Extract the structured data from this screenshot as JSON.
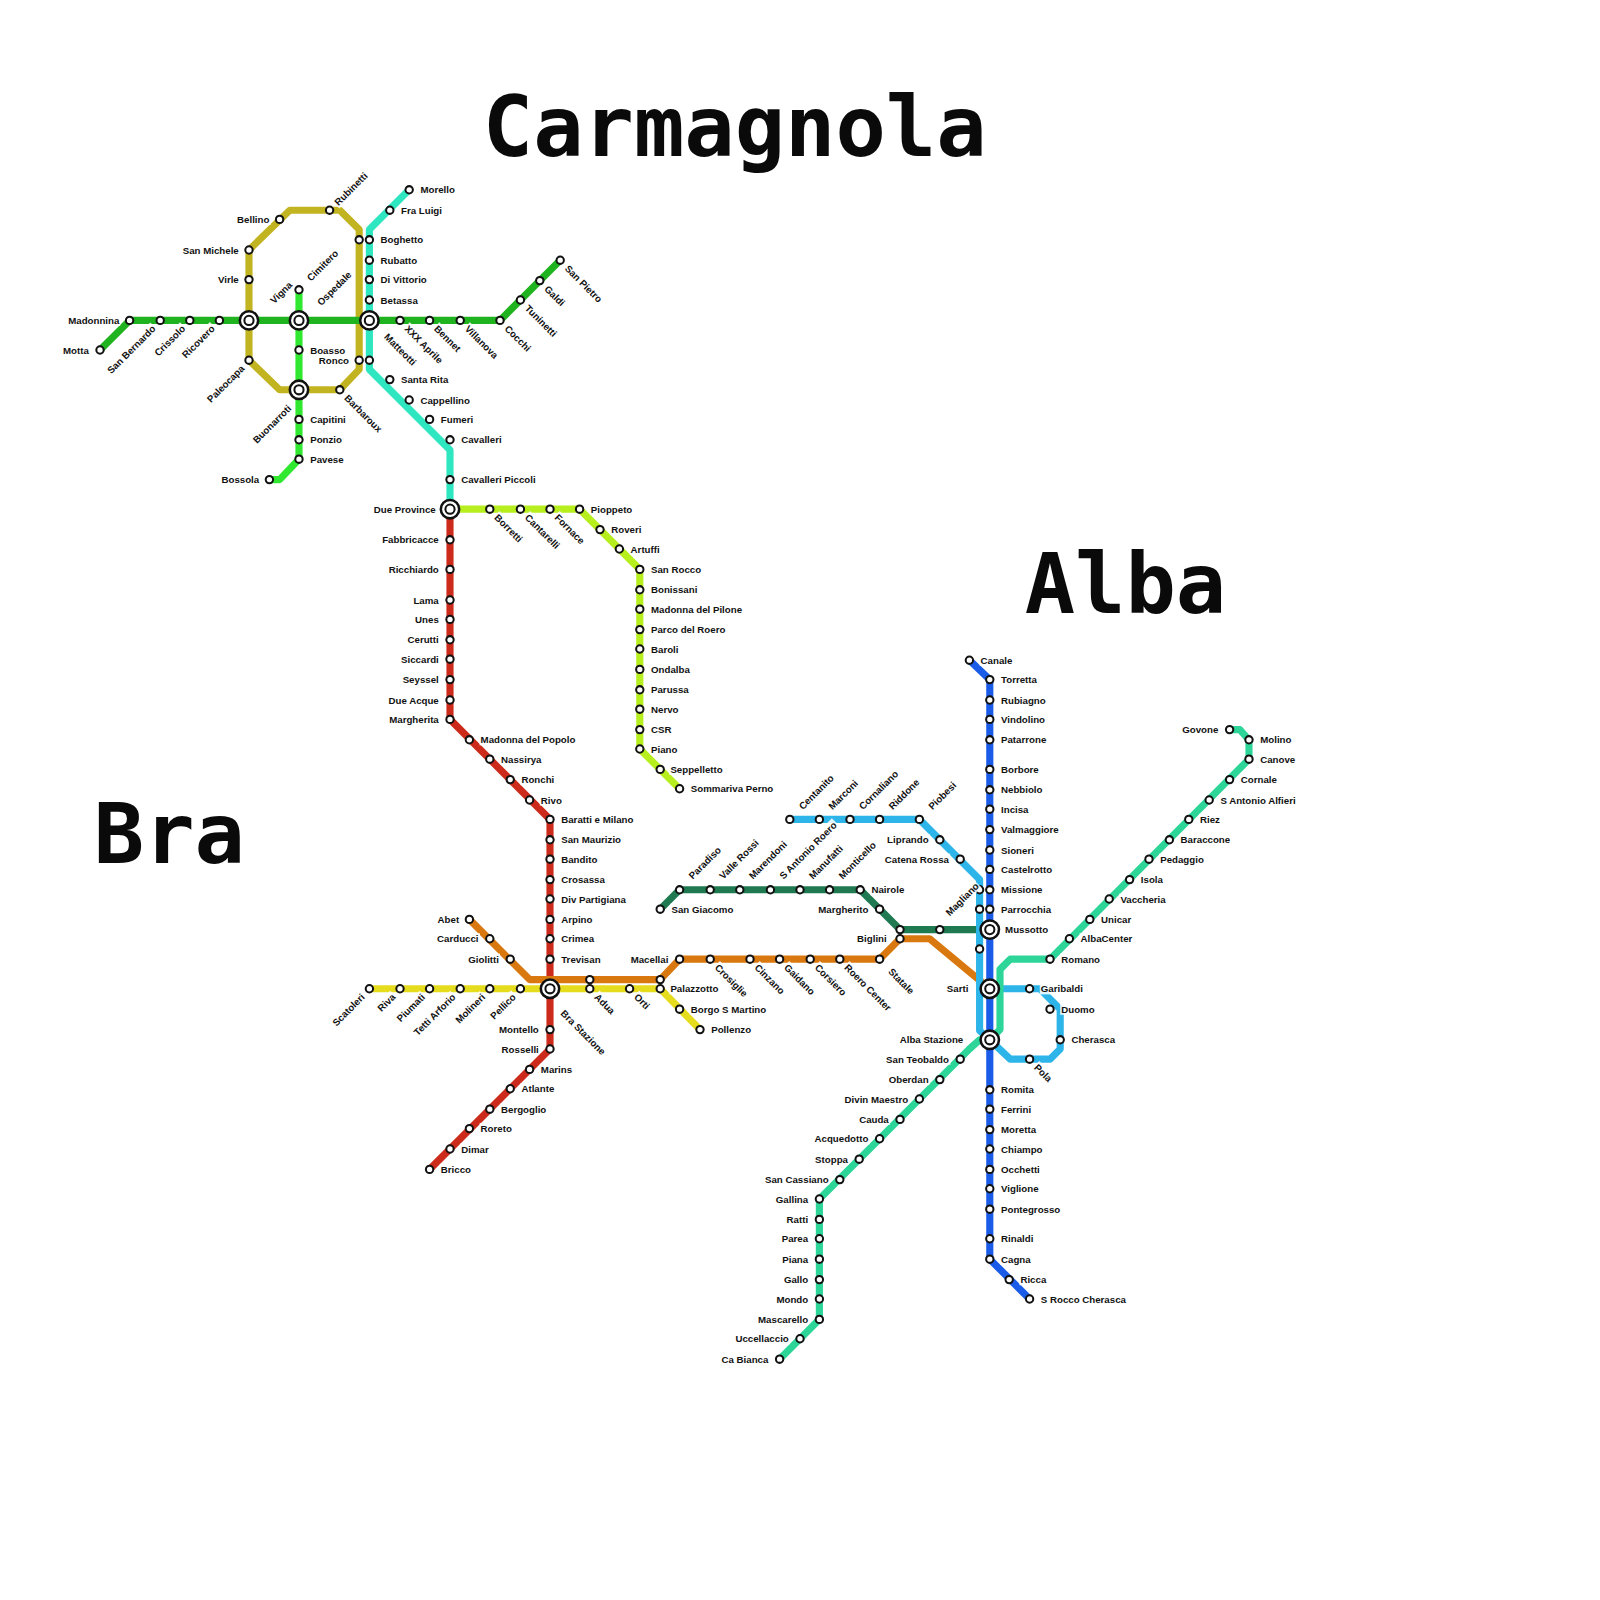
{
  "diagram": {
    "labels": [
      "Carmagnola",
      "Alba",
      "Bra",
      "Motta",
      "Madonnina",
      "San Bernardo",
      "Crissolo",
      "Ricovero",
      "XXX Aprile",
      "Bennet",
      "Villanova",
      "Cocchi",
      "Tuninetti",
      "Galdi",
      "San Pietro",
      "Rubinetti",
      "Bellino",
      "San Michele",
      "Virle",
      "Paleocapa",
      "Barbaroux",
      "Ronco",
      "Vigna",
      "Cimitero",
      "Boasso",
      "Buonarroti",
      "Capitini",
      "Ponzio",
      "Pavese",
      "Bossola",
      "Ospedale",
      "Morello",
      "Fra Luigi",
      "Boghetto",
      "Rubatto",
      "Di Vittorio",
      "Betassa",
      "Matteotti",
      "Santa Rita",
      "Cappellino",
      "Fumeri",
      "Cavalleri",
      "Cavalleri Piccoli",
      "Due Province",
      "Borretti",
      "Cantarelli",
      "Fornace",
      "Pioppeto",
      "Roveri",
      "Artuffi",
      "San Rocco",
      "Bonissani",
      "Madonna del Pilone",
      "Parco del Roero",
      "Baroli",
      "Ondalba",
      "Parussa",
      "Nervo",
      "CSR",
      "Piano",
      "Seppelletto",
      "Sommariva Perno",
      "Fabbricacce",
      "Ricchiardo",
      "Lama",
      "Unes",
      "Cerutti",
      "Siccardi",
      "Seyssel",
      "Due Acque",
      "Margherita",
      "Madonna del Popolo",
      "Nassirya",
      "Ronchi",
      "Rivo",
      "Baratti e Milano",
      "San Maurizio",
      "Bandito",
      "Crosassa",
      "Div Partigiana",
      "Arpino",
      "Crimea",
      "Trevisan",
      "Montello",
      "Rosselli",
      "Marins",
      "Atlante",
      "Bergoglio",
      "Roreto",
      "Dimar",
      "Bricco",
      "Bra Stazione",
      "Abet",
      "Carducci",
      "Giolitti",
      "Macellai",
      "Crosiglie",
      "Cinzano",
      "Gaidano",
      "Corsiero",
      "Roero Center",
      "Statale",
      "Biglini",
      "Scatoleri",
      "Riva",
      "Piumati",
      "Tetti Arforio",
      "Molineri",
      "Pellico",
      "Adua",
      "Orti",
      "Palazzotto",
      "Borgo S Martino",
      "Pollenzo",
      "San Giacomo",
      "Paradiso",
      "Valle Rossi",
      "Marendoni",
      "S Antonio Roero",
      "Manufatti",
      "Monticello",
      "Nairole",
      "Margherito",
      "Magliano",
      "Centanito",
      "Marconi",
      "Cornaliano",
      "Riddone",
      "Piobesi",
      "Liprando",
      "Catena Rossa",
      "Garibaldi",
      "Duomo",
      "Cherasca",
      "Pola",
      "Canale",
      "Torretta",
      "Rubiagno",
      "Vindolino",
      "Patarrone",
      "Borbore",
      "Nebbiolo",
      "Incisa",
      "Valmaggiore",
      "Sioneri",
      "Castelrotto",
      "Missione",
      "Parrocchia",
      "Mussotto",
      "Sarti",
      "Alba Stazione",
      "Romita",
      "Ferrini",
      "Moretta",
      "Chiampo",
      "Occhetti",
      "Viglione",
      "Pontegrosso",
      "Rinaldi",
      "Cagna",
      "Ricca",
      "S Rocco Cherasca",
      "Govone",
      "Molino",
      "Canove",
      "Cornale",
      "S Antonio Alfieri",
      "Riez",
      "Baraccone",
      "Pedaggio",
      "Isola",
      "Vaccheria",
      "Unicar",
      "AlbaCenter",
      "Romano",
      "San Teobaldo",
      "Oberdan",
      "Divin Maestro",
      "Cauda",
      "Acquedotto",
      "Stoppa",
      "San Cassiano",
      "Gallina",
      "Ratti",
      "Parea",
      "Piana",
      "Gallo",
      "Mondo",
      "Mascarello",
      "Uccellaccio",
      "Ca Bianca"
    ]
  }
}
